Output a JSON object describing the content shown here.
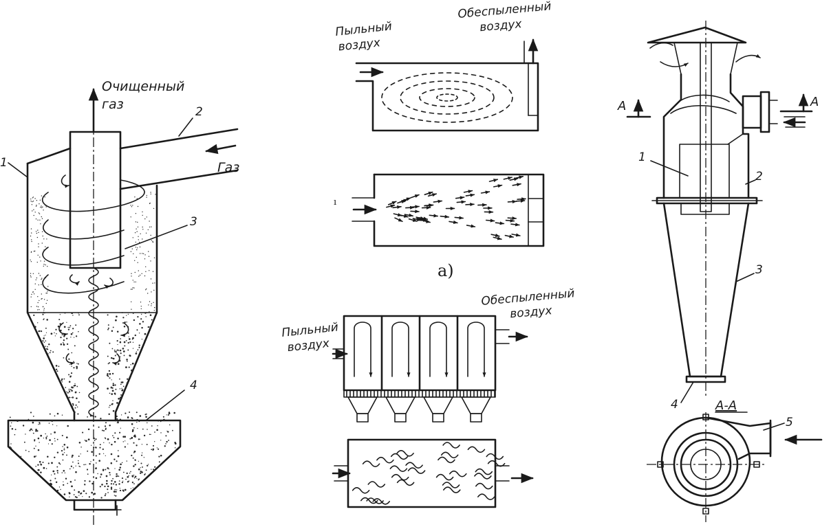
{
  "figures": {
    "cyclone_left": {
      "clean_gas_label": "Очищенный газ",
      "gas_label": "Газ",
      "numbers": [
        "1",
        "2",
        "3",
        "4"
      ]
    },
    "chamber_top": {
      "dusty_air": "Пыльный воздух",
      "dedusted_air": "Обеспыленный воздух",
      "caption": "а)"
    },
    "chamber_bottom": {
      "dusty_air": "Пыльный воздух",
      "dedusted_air": "Обеспыленный воздух"
    },
    "cyclone_right": {
      "section_marks": [
        "А",
        "А"
      ],
      "section_label": "А-А",
      "numbers": [
        "1",
        "2",
        "3",
        "4",
        "5"
      ]
    }
  }
}
